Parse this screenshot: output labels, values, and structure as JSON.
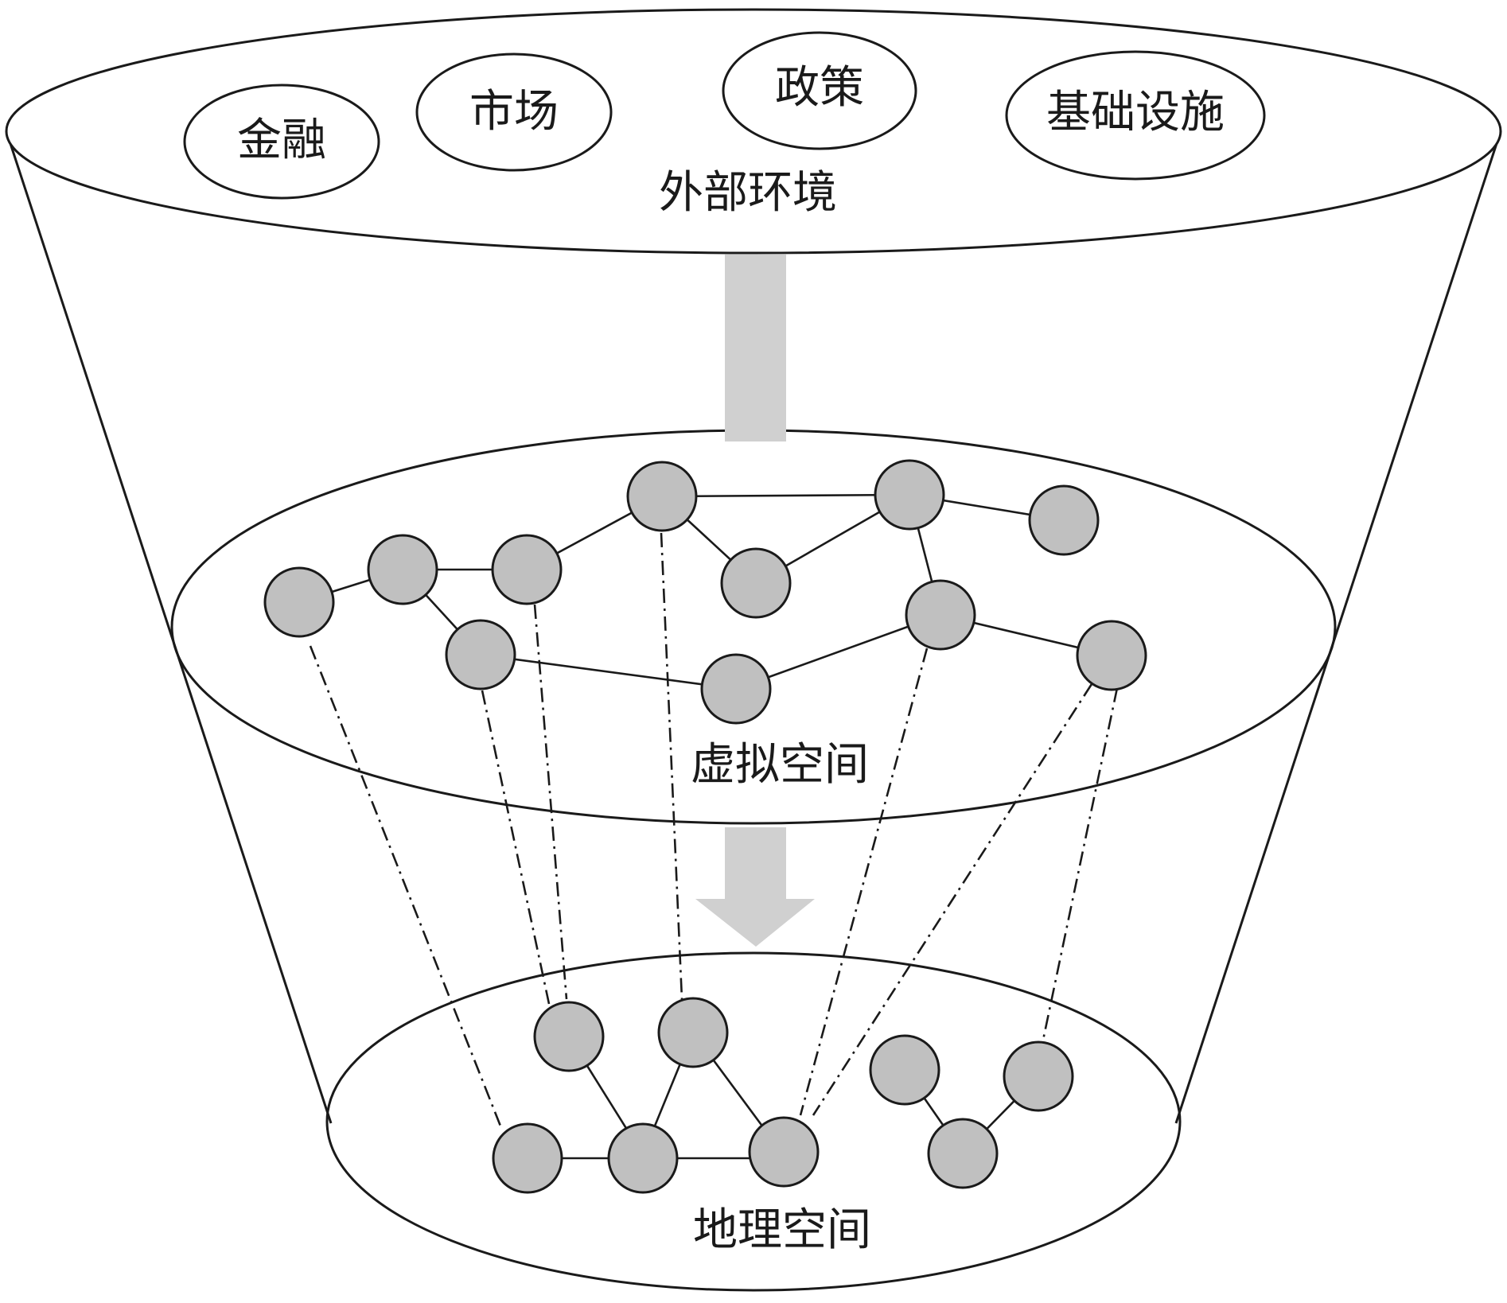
{
  "external": {
    "label": "外部环境",
    "factors": [
      {
        "label": "金融"
      },
      {
        "label": "市场"
      },
      {
        "label": "政策"
      },
      {
        "label": "基础设施"
      }
    ]
  },
  "virtual_space": {
    "label": "虚拟空间"
  },
  "geographic_space": {
    "label": "地理空间"
  },
  "colors": {
    "node_fill": "#c0c0c0",
    "arrow_fill": "#d0d0d0",
    "stroke": "#1a1a1a"
  }
}
